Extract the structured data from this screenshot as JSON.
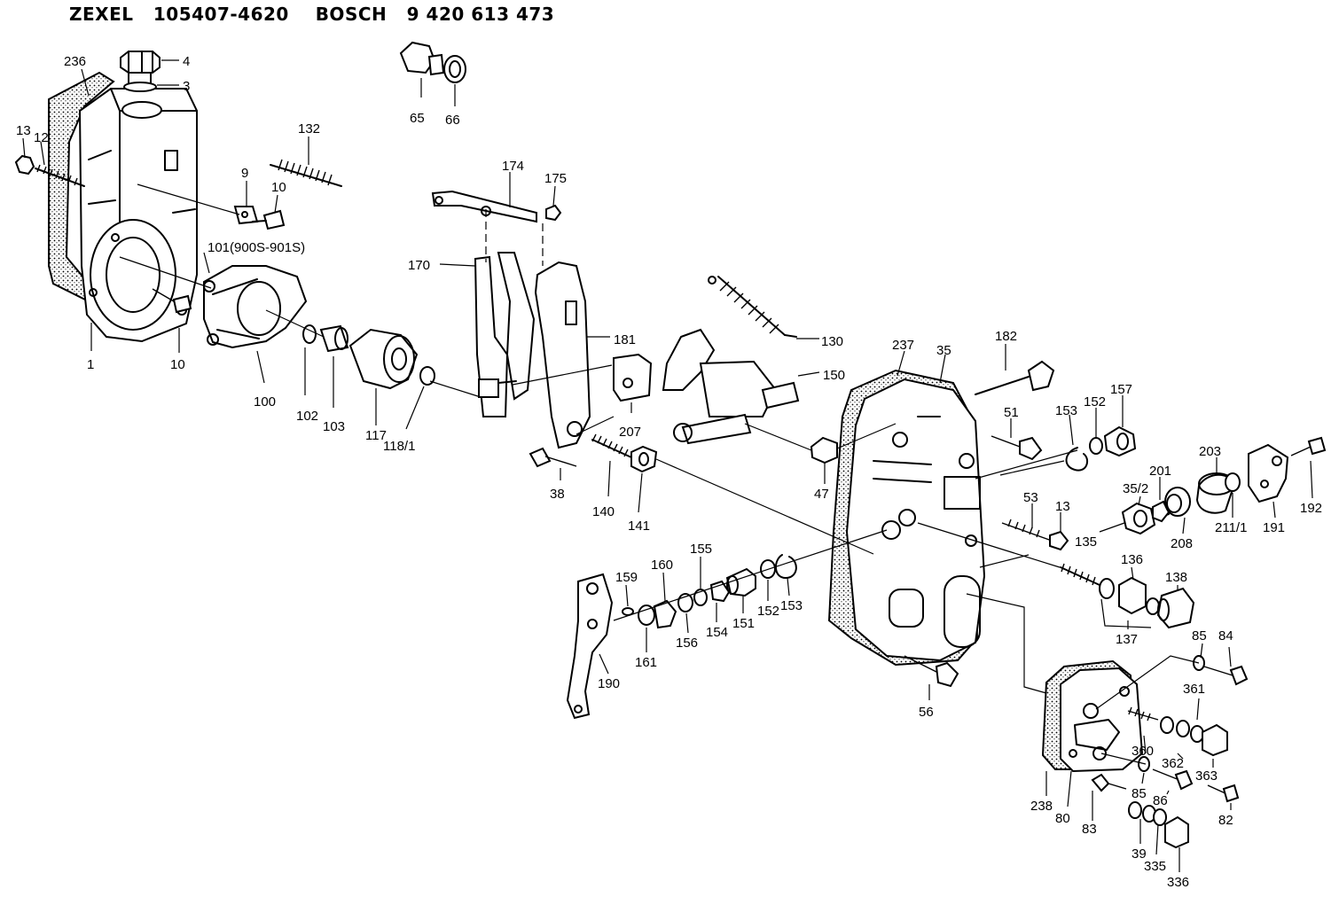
{
  "header": {
    "title": "ZEXEL   105407-4620    BOSCH   9 420 613 473"
  },
  "labels": {
    "p1": "1",
    "p3": "3",
    "p4": "4",
    "p9": "9",
    "p10a": "10",
    "p10b": "10",
    "p12": "12",
    "p13a": "13",
    "p13b": "13",
    "p35": "35",
    "p35_2": "35/2",
    "p38": "38",
    "p39": "39",
    "p47": "47",
    "p51": "51",
    "p53": "53",
    "p56": "56",
    "p65": "65",
    "p66": "66",
    "p80": "80",
    "p82": "82",
    "p83": "83",
    "p84": "84",
    "p85a": "85",
    "p85b": "85",
    "p86": "86",
    "p100": "100",
    "p101": "101(900S-901S)",
    "p102": "102",
    "p103": "103",
    "p117": "117",
    "p118_1": "118/1",
    "p130": "130",
    "p132": "132",
    "p135": "135",
    "p136": "136",
    "p137": "137",
    "p138": "138",
    "p140": "140",
    "p141": "141",
    "p150": "150",
    "p151": "151",
    "p152a": "152",
    "p152b": "152",
    "p153a": "153",
    "p153b": "153",
    "p154": "154",
    "p155": "155",
    "p156": "156",
    "p157": "157",
    "p159": "159",
    "p160": "160",
    "p161": "161",
    "p170": "170",
    "p174": "174",
    "p175": "175",
    "p181": "181",
    "p182": "182",
    "p190": "190",
    "p191": "191",
    "p192": "192",
    "p201": "201",
    "p203": "203",
    "p207": "207",
    "p208": "208",
    "p211_1": "211/1",
    "p236": "236",
    "p237": "237",
    "p238": "238",
    "p335": "335",
    "p336": "336",
    "p360": "360",
    "p361": "361",
    "p362": "362",
    "p363": "363"
  }
}
